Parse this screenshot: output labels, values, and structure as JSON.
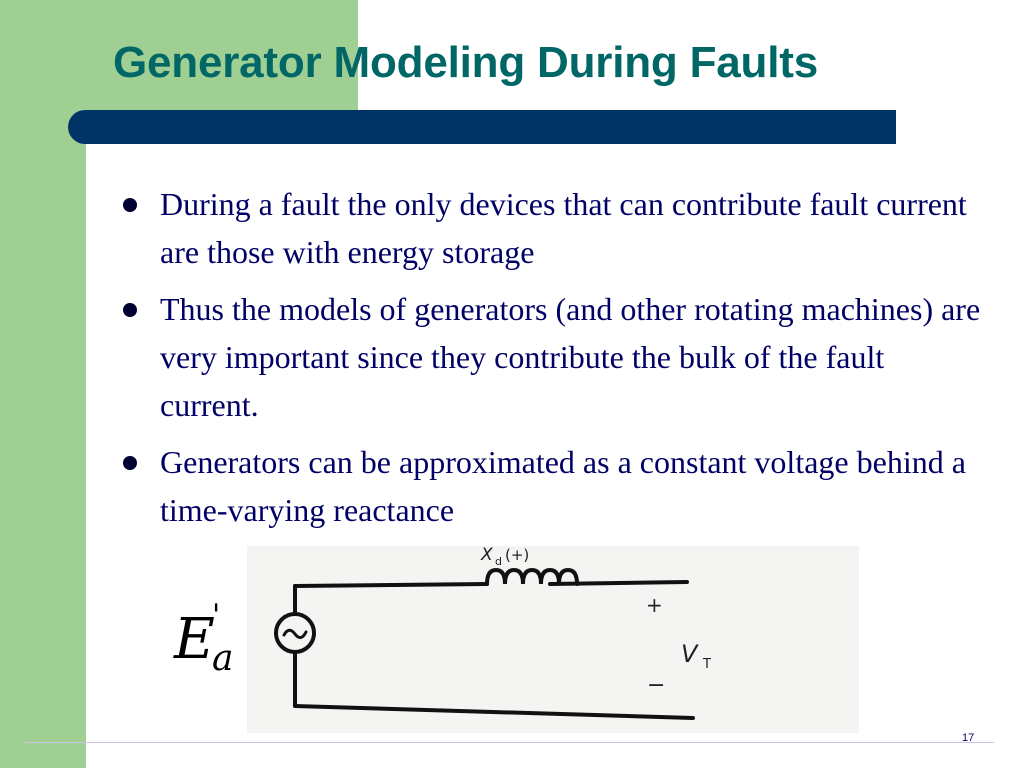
{
  "slide": {
    "title": "Generator Modeling During Faults",
    "bullets": [
      "During a fault the only devices that can contribute fault current are those with energy storage",
      "Thus the models of generators (and other rotating machines) are very important since they contribute the bulk of the fault current.",
      "Generators can be approximated as a constant voltage behind a time-varying reactance"
    ],
    "equation": {
      "base": "E",
      "prime": "'",
      "subscript": "a"
    },
    "circuit": {
      "reactance_label": "X",
      "reactance_sub": "d",
      "reactance_suffix": "(+)",
      "plus_label": "+",
      "voltage_label": "V",
      "voltage_sub": "T",
      "minus_label": "−"
    },
    "page_number": "17"
  },
  "colors": {
    "title": "#006666",
    "green_panel": "#a0cf94",
    "navy_bar": "#003366",
    "body_text": "#000066"
  }
}
